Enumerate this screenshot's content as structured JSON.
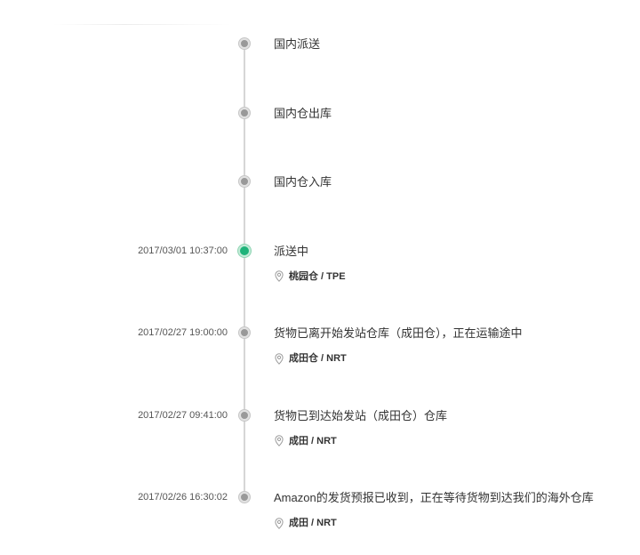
{
  "colors": {
    "active_node": "#1fb37a",
    "inactive_node": "#999999",
    "line": "#d6d6d6",
    "text": "#333333",
    "time_text": "#555555"
  },
  "icons": {
    "location": "location-pin-icon"
  },
  "timeline": {
    "events": [
      {
        "status": "国内派送",
        "active": false
      },
      {
        "status": "国内仓出库",
        "active": false
      },
      {
        "status": "国内仓入库",
        "active": false
      },
      {
        "time": "2017/03/01 10:37:00",
        "status": "派送中",
        "location": "桃园仓 / TPE",
        "active": true
      },
      {
        "time": "2017/02/27 19:00:00",
        "status": "货物已离开始发站仓库（成田仓），正在运输途中",
        "location": "成田仓 / NRT",
        "active": false
      },
      {
        "time": "2017/02/27 09:41:00",
        "status": "货物已到达始发站（成田仓）仓库",
        "location": "成田 / NRT",
        "active": false
      },
      {
        "time": "2017/02/26 16:30:02",
        "status": "Amazon的发货预报已收到，正在等待货物到达我们的海外仓库",
        "location": "成田 / NRT",
        "active": false
      }
    ]
  }
}
